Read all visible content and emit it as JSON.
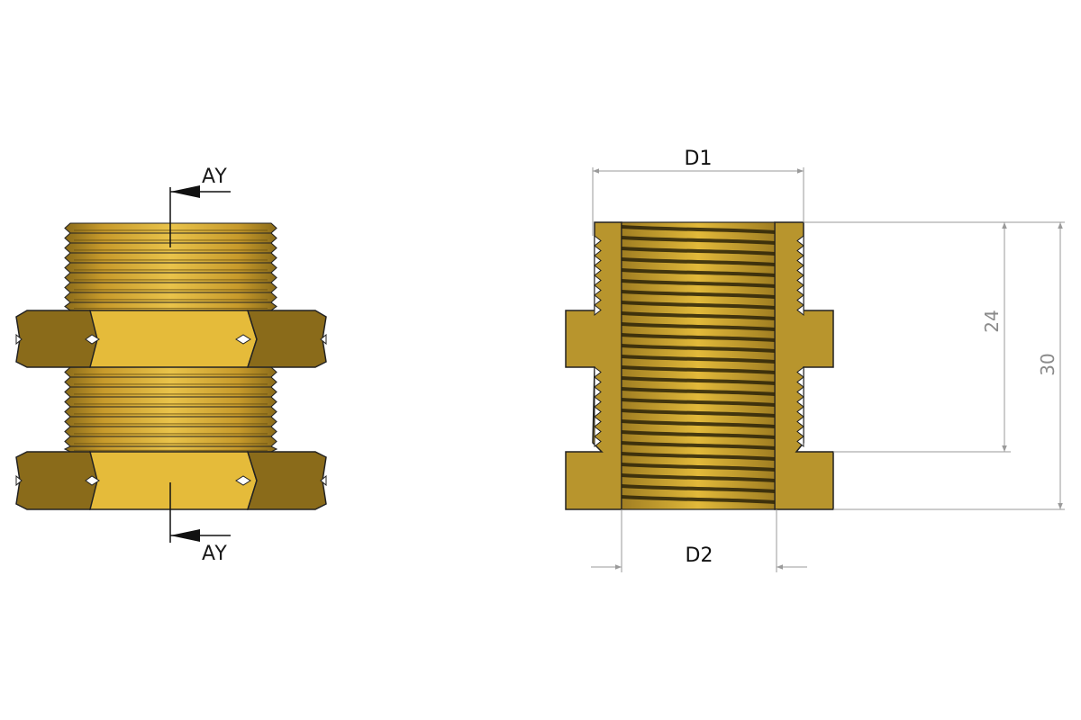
{
  "section_markers": {
    "top": "AY",
    "bottom": "AY"
  },
  "dimensions": {
    "top_diameter": "D1",
    "bottom_diameter": "D2",
    "thread_length": "24",
    "total_height": "30"
  },
  "colors": {
    "brass_light": "#E5BB3A",
    "brass_mid": "#C79A2B",
    "brass_dark": "#8A6B1A",
    "section_cut": "#B8952D",
    "outline": "#222222",
    "dimension_line": "#9a9a9a"
  }
}
